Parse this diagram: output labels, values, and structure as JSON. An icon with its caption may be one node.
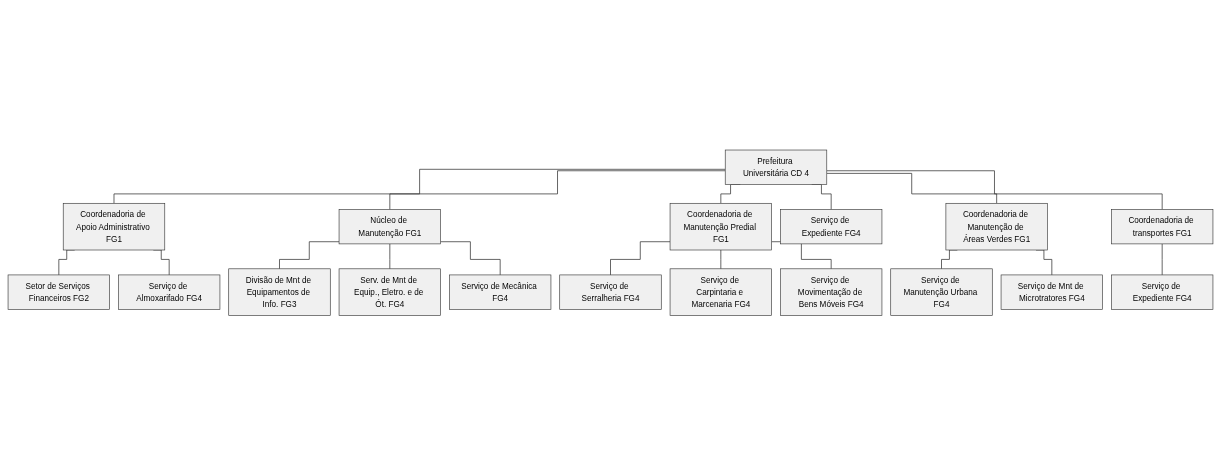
{
  "diagram": {
    "nodes": [
      {
        "text": [
          "Prefeitura Universitária CD 4"
        ]
      },
      {
        "text": [
          "Coordenadoria de Apoio Administrativo FG1"
        ]
      },
      {
        "text": [
          "Setor de Serviços Financeiros FG2"
        ]
      },
      {
        "text": [
          "Serviço de Almoxarifado FG4"
        ]
      },
      {
        "text": [
          "Núcleo de Manutenção FG1"
        ]
      },
      {
        "text": [
          "Divisão de Mnt de Equipamentos de Info. FG3"
        ]
      },
      {
        "text": [
          "Serv. de Mnt de Equip., Eletro. e de Ót. FG4"
        ]
      },
      {
        "text": [
          "Serviço de Mecânica FG4"
        ]
      },
      {
        "text": [
          "Coordenadoria de Manutenção Predial FG1"
        ]
      },
      {
        "text": [
          "Serviço de Serralheria FG4"
        ]
      },
      {
        "text": [
          "Serviço de Carpintaria e Marcenaria FG4"
        ]
      },
      {
        "text": [
          "Serviço de Movimentação de Bens Móveis FG4"
        ]
      },
      {
        "text": [
          "Serviço de Expediente FG4"
        ]
      },
      {
        "text": [
          "Coordenadoria de Manutenção de Áreas Verdes FG1"
        ]
      },
      {
        "text": [
          "Serviço de Manutenção Urbana FG4"
        ]
      },
      {
        "text": [
          "Serviço de Mnt de Microtratores FG4"
        ]
      },
      {
        "text": [
          "Coordenadoria de transportes FG1"
        ]
      },
      {
        "text": [
          "Serviço de Expediente FG4"
        ]
      }
    ],
    "edges": [
      {
        "from": 0,
        "to": 1,
        "arrow": "none"
      },
      {
        "from": 0,
        "to": 4,
        "arrow": "none"
      },
      {
        "from": 0,
        "to": 8,
        "arrow": "none"
      },
      {
        "from": 0,
        "to": 12,
        "arrow": "none"
      },
      {
        "from": 0,
        "to": 13,
        "arrow": "none"
      },
      {
        "from": 0,
        "to": 16,
        "arrow": "none"
      },
      {
        "from": 1,
        "to": 2,
        "arrow": "none"
      },
      {
        "from": 1,
        "to": 3,
        "arrow": "none"
      },
      {
        "from": 4,
        "to": 5,
        "arrow": "none"
      },
      {
        "from": 4,
        "to": 6,
        "arrow": "none"
      },
      {
        "from": 4,
        "to": 7,
        "arrow": "none"
      },
      {
        "from": 8,
        "to": 9,
        "arrow": "none"
      },
      {
        "from": 8,
        "to": 10,
        "arrow": "none"
      },
      {
        "from": 8,
        "to": 11,
        "arrow": "none"
      },
      {
        "from": 13,
        "to": 14,
        "arrow": "none"
      },
      {
        "from": 13,
        "to": 15,
        "arrow": "none"
      },
      {
        "from": 16,
        "to": 17,
        "arrow": "none"
      }
    ]
  }
}
